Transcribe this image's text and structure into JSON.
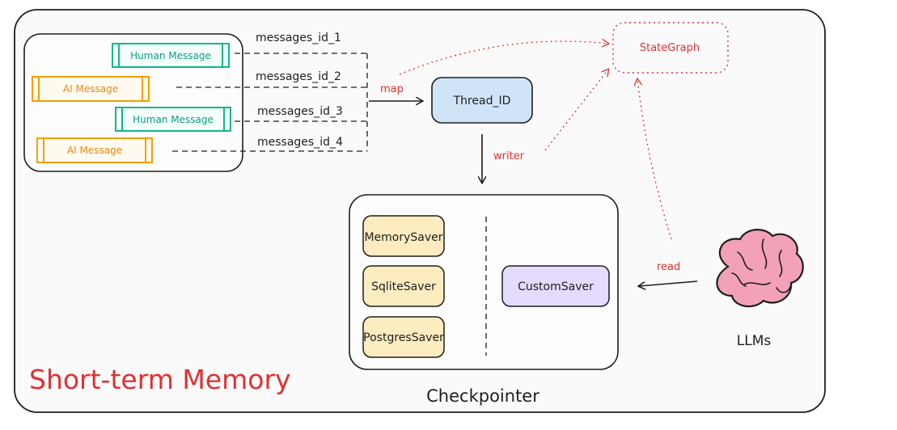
{
  "title": "Short-term Memory",
  "colors": {
    "frame": "#1e1e1e",
    "human": "#12b886",
    "ai": "#f59f00",
    "red": "#e03131",
    "thread_fill": "#d0e4f7",
    "saver_fill": "#fcecc0",
    "custom_fill": "#e5dbff",
    "custom_stroke": "#9775fa",
    "brain": "#f3a1b8"
  },
  "messages": [
    {
      "type": "human",
      "label": "Human Message",
      "id": "messages_id_1"
    },
    {
      "type": "ai",
      "label": "AI Message",
      "id": "messages_id_2"
    },
    {
      "type": "human",
      "label": "Human Message",
      "id": "messages_id_3"
    },
    {
      "type": "ai",
      "label": "AI Message",
      "id": "messages_id_4"
    }
  ],
  "edges": {
    "map": "map",
    "writer": "writer",
    "read": "read"
  },
  "nodes": {
    "thread_id": "Thread_ID",
    "state_graph": "StateGraph",
    "checkpointer": "Checkpointer",
    "custom_saver": "CustomSaver",
    "llms": "LLMs"
  },
  "savers": [
    "MemorySaver",
    "SqliteSaver",
    "PostgresSaver"
  ],
  "icons": {
    "brain": "brain-icon"
  }
}
